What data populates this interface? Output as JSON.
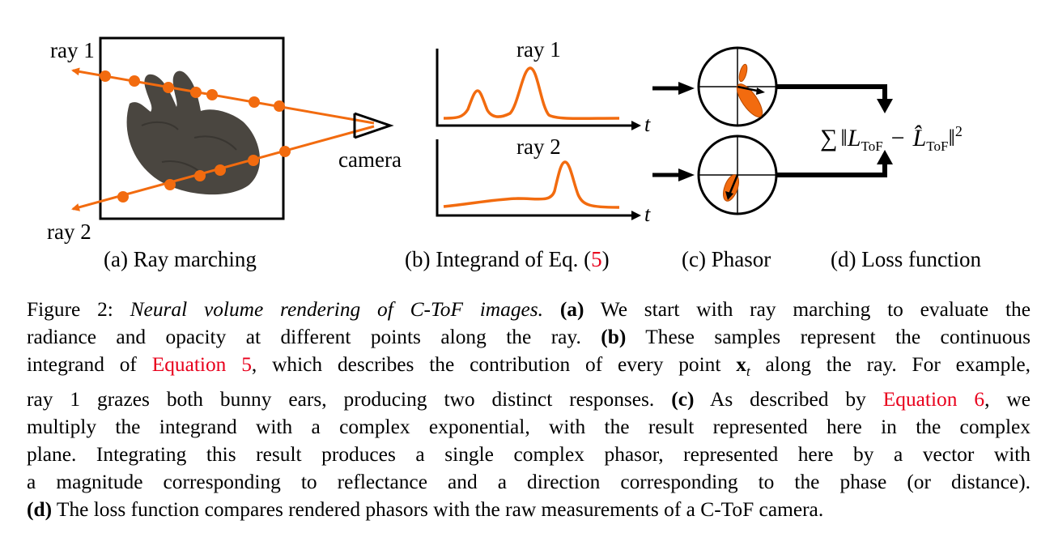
{
  "figure": {
    "ray_marching": {
      "ray1_label": "ray 1",
      "ray2_label": "ray 2",
      "camera_label": "camera"
    },
    "integrand": {
      "plot1_label": "ray 1",
      "plot2_label": "ray 2",
      "axis_label": "t"
    },
    "loss": {
      "sum_symbol": "∑",
      "norm_open": "‖",
      "L": "L",
      "sub": "ToF",
      "minus": "−",
      "L_hat": "L̂",
      "norm_close": "‖",
      "exponent": "2"
    },
    "colors": {
      "ray": "#f26b0f",
      "bunny": "#4a4640",
      "ink": "#000000",
      "link": "#e8001c"
    }
  },
  "subcaptions": {
    "a": "(a) Ray marching",
    "b_prefix": "(b) Integrand of Eq. (",
    "b_ref": "5",
    "b_suffix": ")",
    "c": "(c) Phasor",
    "d": "(d) Loss function"
  },
  "caption": {
    "fig_label": "Figure 2: ",
    "title": "Neural volume rendering of C-ToF images.",
    "a_tag": "(a)",
    "a_text": " We start with ray marching to evaluate the",
    "line2_a": "radiance and opacity at different points along the ray. ",
    "b_tag": "(b)",
    "b_text": " These samples represent the continuous",
    "line3_pre": "integrand of ",
    "eq5_ref": "Equation 5",
    "line3_mid": ", which describes the contribution of every point ",
    "x_var": "x",
    "x_sub": "t",
    "line3_post": " along the ray. For example,",
    "line4_pre": "ray 1 grazes both bunny ears, producing two distinct responses. ",
    "c_tag": "(c)",
    "c_text": " As described by ",
    "eq6_ref": "Equation 6",
    "line4_post": ", we",
    "line5": "multiply the integrand with a complex exponential, with the result represented here in the complex",
    "line6": "plane. Integrating this result produces a single complex phasor, represented here by a vector with",
    "line7": "a magnitude corresponding to reflectance and a direction corresponding to the phase (or distance).",
    "d_tag": "(d)",
    "d_text": " The loss function compares rendered phasors with the raw measurements of a C-ToF camera."
  }
}
